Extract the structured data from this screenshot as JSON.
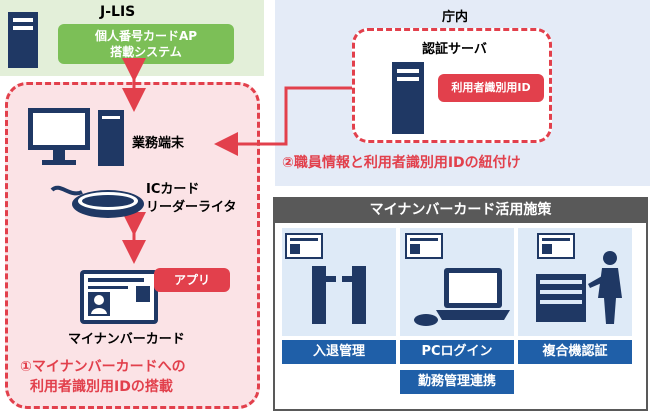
{
  "jlis": {
    "title": "J-LIS",
    "system_line1": "個人番号カードAP",
    "system_line2": "搭載システム"
  },
  "agency": {
    "title": "庁内",
    "auth_server": "認証サーバ",
    "user_id_tag": "利用者識別用ID"
  },
  "device": {
    "terminal_label": "業務端末",
    "reader_line1": "ICカード",
    "reader_line2": "リーダーライタ",
    "app_tag": "アプリ",
    "card_label": "マイナンバーカード",
    "step1_line1": "①マイナンバーカードへの",
    "step1_line2": "利用者識別用IDの搭載"
  },
  "step2": "②職員情報と利用者識別用IDの紐付け",
  "measures": {
    "title": "マイナンバーカード活用施策",
    "items": [
      "入退管理",
      "PCログイン",
      "複合機認証"
    ],
    "extra": "勤務管理連携"
  },
  "colors": {
    "accent_red": "#e2404c",
    "navy": "#1f3864",
    "blue_label": "#1f5fa8",
    "green": "#7cbf57"
  }
}
